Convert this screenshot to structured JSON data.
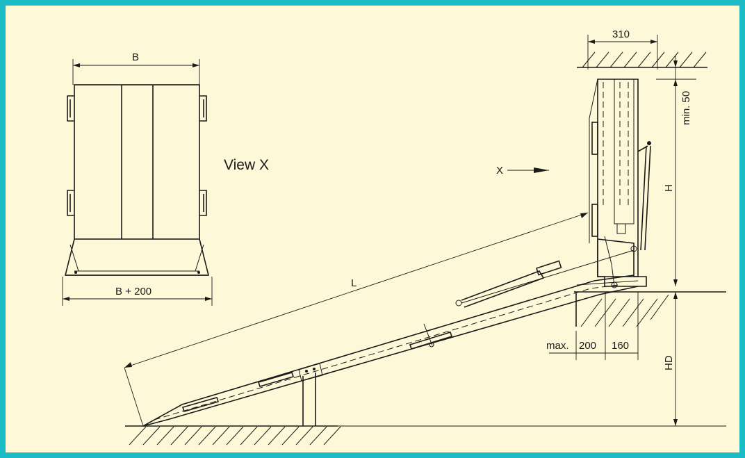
{
  "colors": {
    "border": "#1bbcc6",
    "paper": "#fdf8d8",
    "ink": "#1a1a1a"
  },
  "view": {
    "label": "View X"
  },
  "direction_marker": "X",
  "dimensions": {
    "front_width": "B",
    "base_width": "B + 200",
    "depth": "310",
    "top_clearance": "min. 50",
    "height": "H",
    "length": "L",
    "overhang_max_label": "max.",
    "overhang_max": "200",
    "overhang_b": "160",
    "dock_height": "HD"
  }
}
